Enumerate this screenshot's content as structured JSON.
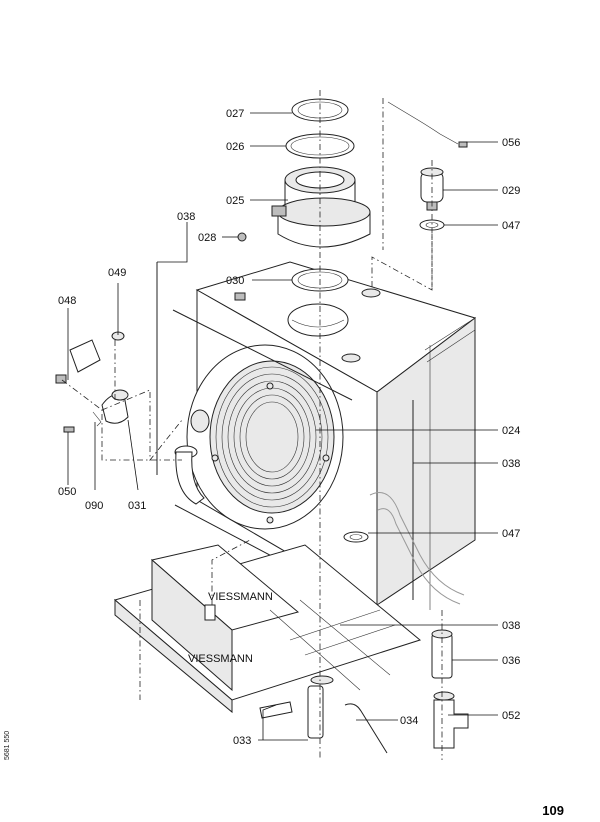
{
  "diagram": {
    "labels": [
      {
        "id": "label-027",
        "text": "027"
      },
      {
        "id": "label-026",
        "text": "026"
      },
      {
        "id": "label-025",
        "text": "025"
      },
      {
        "id": "label-028",
        "text": "028"
      },
      {
        "id": "label-038-top",
        "text": "038"
      },
      {
        "id": "label-049",
        "text": "049"
      },
      {
        "id": "label-048",
        "text": "048"
      },
      {
        "id": "label-030",
        "text": "030"
      },
      {
        "id": "label-056",
        "text": "056"
      },
      {
        "id": "label-029",
        "text": "029"
      },
      {
        "id": "label-047-top",
        "text": "047"
      },
      {
        "id": "label-024",
        "text": "024"
      },
      {
        "id": "label-038-right",
        "text": "038"
      },
      {
        "id": "label-050",
        "text": "050"
      },
      {
        "id": "label-090",
        "text": "090"
      },
      {
        "id": "label-031",
        "text": "031"
      },
      {
        "id": "label-047-mid",
        "text": "047"
      },
      {
        "id": "label-038-bottom",
        "text": "038"
      },
      {
        "id": "label-036",
        "text": "036"
      },
      {
        "id": "label-034",
        "text": "034"
      },
      {
        "id": "label-052",
        "text": "052"
      },
      {
        "id": "label-033",
        "text": "033"
      }
    ],
    "brand_marks": [
      "VIESSMANN",
      "VIESSMANN"
    ]
  },
  "footer": {
    "page_number": "109",
    "doc_code": "5681 550"
  }
}
